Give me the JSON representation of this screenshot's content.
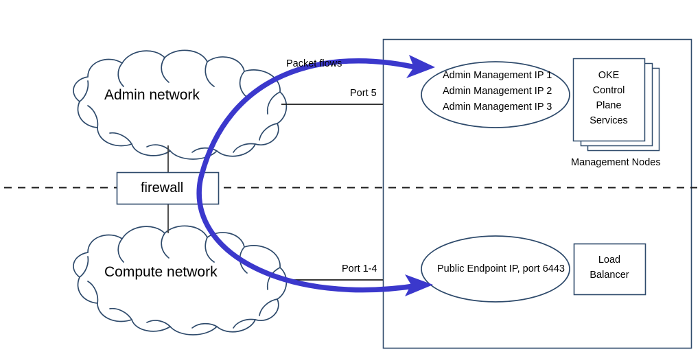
{
  "diagram": {
    "title": "OKE network packet flow diagram",
    "colors": {
      "stroke_navy": "#2E4A6B",
      "arrow_blue": "#3B38CC",
      "dashed_black": "#1A1A1A",
      "text_black": "#000000",
      "background": "#FFFFFF"
    },
    "clouds": [
      {
        "id": "admin-network",
        "label": "Admin network"
      },
      {
        "id": "compute-network",
        "label": "Compute network"
      }
    ],
    "firewall": {
      "label": "firewall"
    },
    "ports": [
      {
        "id": "port-5",
        "label": "Port 5"
      },
      {
        "id": "port-1-4",
        "label": "Port 1-4"
      }
    ],
    "flow": {
      "label": "Packet flows"
    },
    "admin_ellipse": {
      "lines": [
        "Admin Management IP 1",
        "Admin Management IP 2",
        "Admin Management IP 3"
      ]
    },
    "control_plane_box": {
      "lines": [
        "OKE",
        "Control",
        "Plane",
        "Services"
      ],
      "caption": "Management Nodes"
    },
    "endpoint_ellipse": {
      "label": "Public Endpoint IP, port 6443"
    },
    "load_balancer_box": {
      "lines": [
        "Load",
        "Balancer"
      ]
    }
  }
}
